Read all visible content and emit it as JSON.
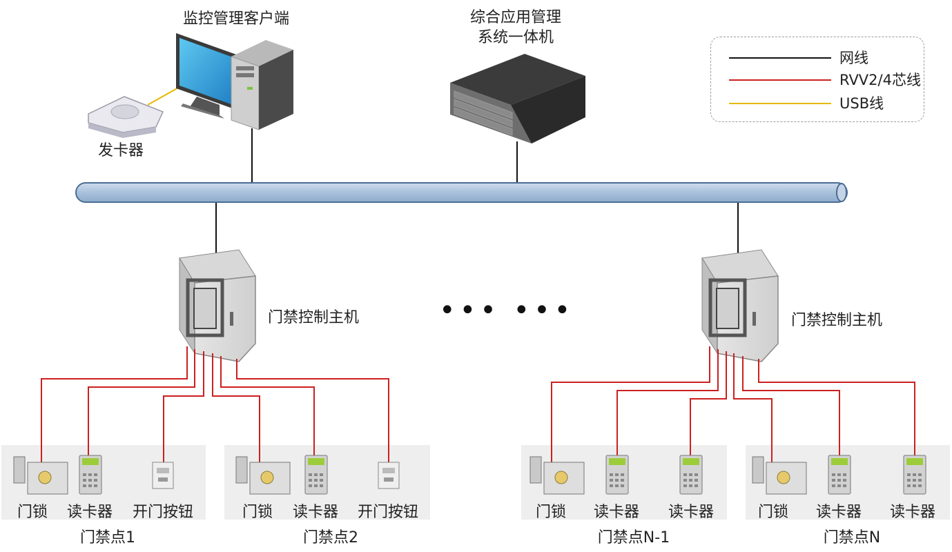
{
  "colors": {
    "network": "#111111",
    "rvv": "#cc1f1f",
    "usb": "#e6b800",
    "bus_fill": "#a9c1dc",
    "bus_stroke": "#4a6d94",
    "panel": "#eeeeee"
  },
  "top": {
    "client_label": "监控管理客户端",
    "server_label_line1": "综合应用管理",
    "server_label_line2": "系统一体机",
    "card_issuer_label": "发卡器"
  },
  "legend": {
    "items": [
      {
        "label": "网线",
        "color": "#111111"
      },
      {
        "label": "RVV2/4芯线",
        "color": "#cc1f1f"
      },
      {
        "label": "USB线",
        "color": "#e6b800"
      }
    ]
  },
  "controllers": {
    "left_label": "门禁控制主机",
    "right_label": "门禁控制主机"
  },
  "ellipsis": "••• •••",
  "points": [
    {
      "name": "门禁点1",
      "devices": [
        "门锁",
        "读卡器",
        "开门按钮"
      ]
    },
    {
      "name": "门禁点2",
      "devices": [
        "门锁",
        "读卡器",
        "开门按钮"
      ]
    },
    {
      "name": "门禁点N-1",
      "devices": [
        "门锁",
        "读卡器",
        "读卡器"
      ]
    },
    {
      "name": "门禁点N",
      "devices": [
        "门锁",
        "读卡器",
        "读卡器"
      ]
    }
  ]
}
